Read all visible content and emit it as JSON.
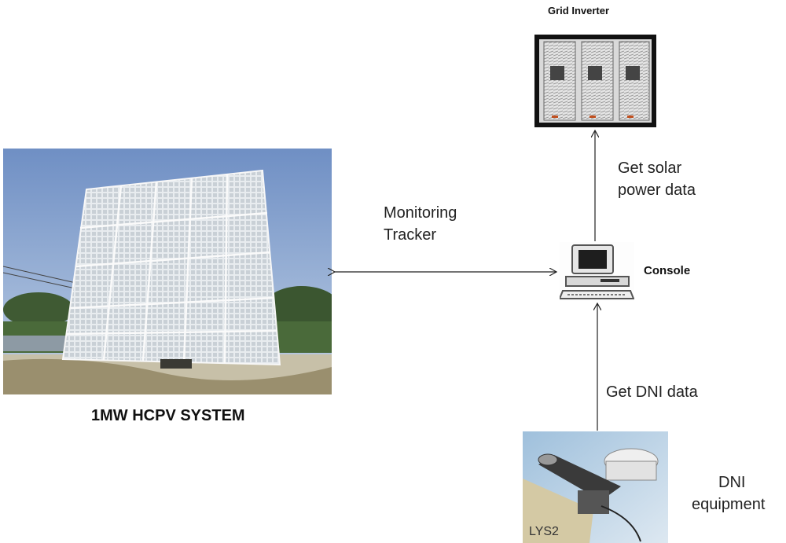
{
  "inverter": {
    "title": "Grid Inverter"
  },
  "hcpv": {
    "caption": "1MW HCPV SYSTEM"
  },
  "monitoring": {
    "line1": "Monitoring",
    "line2": "Tracker"
  },
  "solar_data": {
    "line1": "Get solar",
    "line2": "power data"
  },
  "console": {
    "label": "Console"
  },
  "dni_data": {
    "label": "Get DNI data"
  },
  "dni_equipment": {
    "line1": "DNI",
    "line2": "equipment",
    "device_text": "LYS2"
  }
}
